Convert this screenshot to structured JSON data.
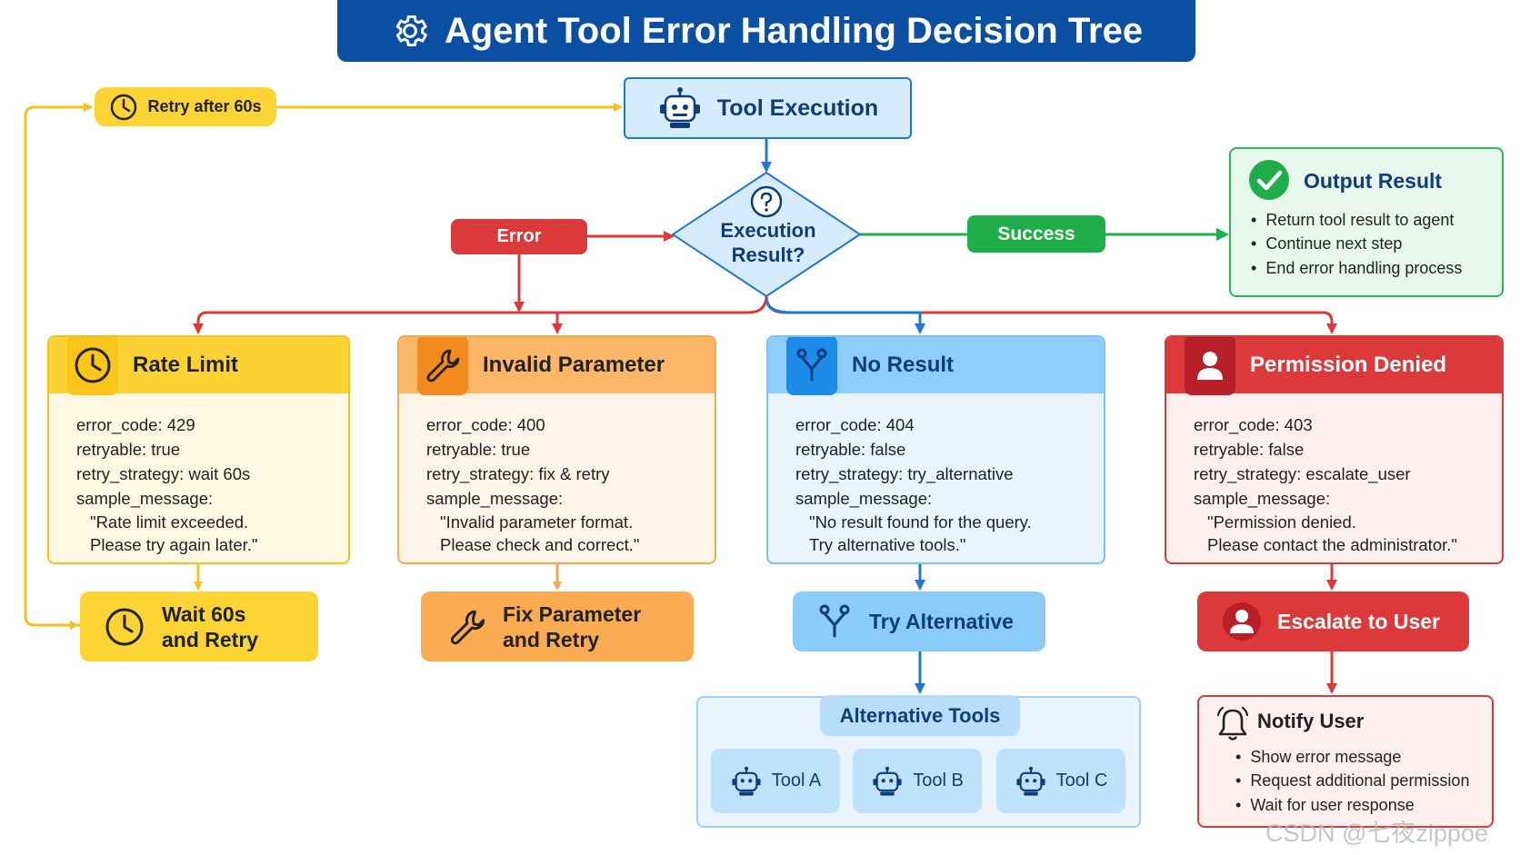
{
  "title": "Agent Tool Error Handling Decision Tree",
  "retry_pill": "Retry after 60s",
  "tool_execution": "Tool Execution",
  "decision": {
    "line1": "Execution",
    "line2": "Result?"
  },
  "error_label": "Error",
  "success_label": "Success",
  "output": {
    "title": "Output Result",
    "items": [
      "Return tool result to agent",
      "Continue next step",
      "End error handling process"
    ]
  },
  "categories": {
    "rate_limit": {
      "title": "Rate Limit",
      "error_code": "error_code: 429",
      "retryable": "retryable: true",
      "retry_strategy": "retry_strategy: wait 60s",
      "sample_label": "sample_message:",
      "msg1": "\"Rate limit exceeded.",
      "msg2": "Please try again later.\""
    },
    "invalid_parameter": {
      "title": "Invalid Parameter",
      "error_code": "error_code: 400",
      "retryable": "retryable: true",
      "retry_strategy": "retry_strategy: fix & retry",
      "sample_label": "sample_message:",
      "msg1": "\"Invalid parameter format.",
      "msg2": "Please check and correct.\""
    },
    "no_result": {
      "title": "No Result",
      "error_code": "error_code: 404",
      "retryable": "retryable: false",
      "retry_strategy": "retry_strategy: try_alternative",
      "sample_label": "sample_message:",
      "msg1": "\"No result found for the query.",
      "msg2": "Try alternative tools.\""
    },
    "permission_denied": {
      "title": "Permission Denied",
      "error_code": "error_code: 403",
      "retryable": "retryable: false",
      "retry_strategy": "retry_strategy: escalate_user",
      "sample_label": "sample_message:",
      "msg1": "\"Permission denied.",
      "msg2": "Please contact the administrator.\""
    }
  },
  "actions": {
    "wait": {
      "line1": "Wait 60s",
      "line2": "and Retry"
    },
    "fix": {
      "line1": "Fix Parameter",
      "line2": "and Retry"
    },
    "try_alternative": "Try Alternative",
    "escalate": "Escalate to User"
  },
  "alternative_tools": {
    "label": "Alternative Tools",
    "tools": [
      "Tool A",
      "Tool B",
      "Tool C"
    ]
  },
  "notify": {
    "title": "Notify User",
    "items": [
      "Show error message",
      "Request additional permission",
      "Wait for user response"
    ]
  },
  "watermark": "CSDN @七夜zippoe",
  "colors": {
    "banner": "#0b4fa3",
    "yellow": "#fcd534",
    "orange": "#fbac53",
    "blue": "#8acbf8",
    "red": "#dc3a3a",
    "green": "#1fad4a",
    "dark_text": "#0f3d78"
  },
  "icons": [
    "gear-icon",
    "clock-icon",
    "robot-icon",
    "question-icon",
    "check-icon",
    "wrench-icon",
    "branch-icon",
    "user-icon",
    "bell-icon"
  ]
}
